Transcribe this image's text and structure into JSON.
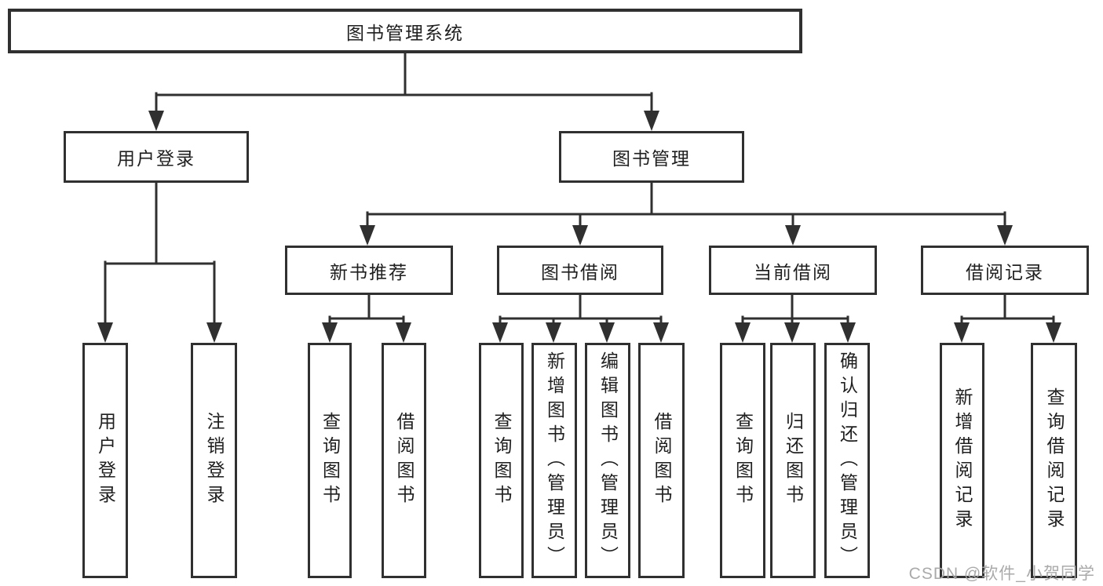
{
  "diagram": {
    "title": "图书管理系统",
    "root": {
      "label": "图书管理系统"
    },
    "branches": [
      {
        "label": "用户登录"
      },
      {
        "label": "图书管理"
      }
    ],
    "modules": [
      {
        "label": "新书推荐"
      },
      {
        "label": "图书借阅"
      },
      {
        "label": "当前借阅"
      },
      {
        "label": "借阅记录"
      }
    ],
    "leaves": [
      {
        "label": "用户登录",
        "parent": "用户登录"
      },
      {
        "label": "注销登录",
        "parent": "用户登录"
      },
      {
        "label": "查询图书",
        "parent": "新书推荐"
      },
      {
        "label": "借阅图书",
        "parent": "新书推荐"
      },
      {
        "label": "查询图书",
        "parent": "图书借阅"
      },
      {
        "label": "新增图书（管理员）",
        "parent": "图书借阅"
      },
      {
        "label": "编辑图书（管理员）",
        "parent": "图书借阅"
      },
      {
        "label": "借阅图书",
        "parent": "图书借阅"
      },
      {
        "label": "查询图书",
        "parent": "当前借阅"
      },
      {
        "label": "归还图书",
        "parent": "当前借阅"
      },
      {
        "label": "确认归还（管理员）",
        "parent": "当前借阅"
      },
      {
        "label": "新增借阅记录",
        "parent": "借阅记录"
      },
      {
        "label": "查询借阅记录",
        "parent": "借阅记录"
      }
    ]
  },
  "watermark": {
    "text": "CSDN @软件_小贺同学"
  },
  "colors": {
    "background": "#ffffff",
    "line": "#303030",
    "box_border": "#303030",
    "text": "#1f1f1f",
    "watermark": "#a5a5a5"
  }
}
